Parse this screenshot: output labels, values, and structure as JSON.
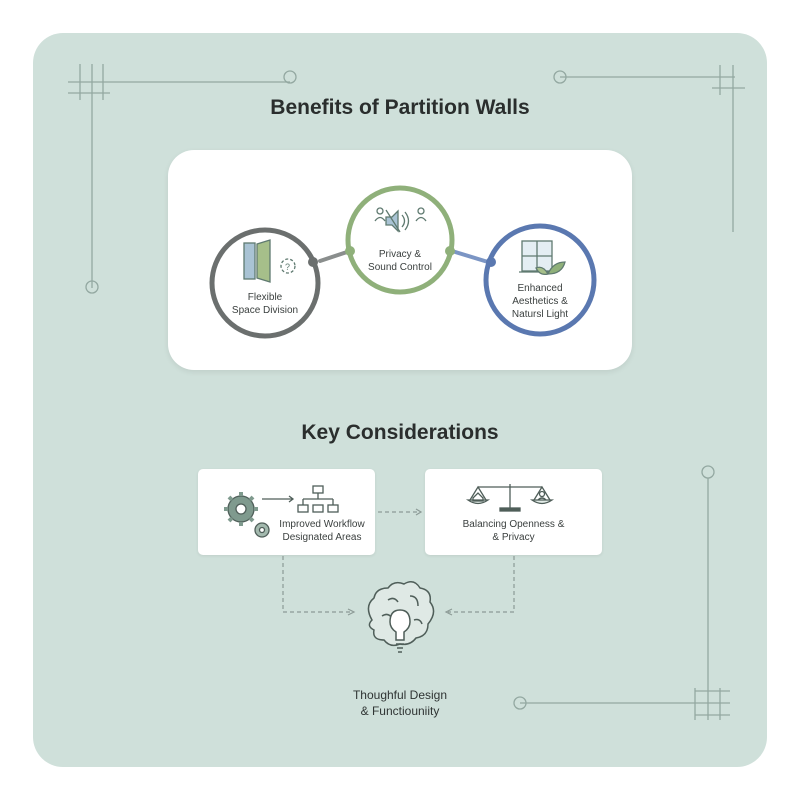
{
  "titles": {
    "benefits": "Benefits of Partition Walls",
    "considerations": "Key Considerations"
  },
  "benefits": [
    {
      "line1": "Flexible",
      "line2": "Space Division",
      "icon": "partition-icon",
      "color": "#6b6f6e"
    },
    {
      "line1": "Privacy &",
      "line2": "Sound Control",
      "icon": "sound-control-icon",
      "color": "#8fb07a"
    },
    {
      "line1": "Enhanced",
      "line2": "Aesthetics &",
      "line3": "Natursl Light",
      "icon": "window-plant-icon",
      "color": "#5a78b0"
    }
  ],
  "considerations": {
    "workflow": {
      "line1": "Improved Workflow",
      "line2": "Designated Areas",
      "icon": "gears-flowchart-icon"
    },
    "balance": {
      "line1": "Balancing Openness &",
      "line2": "& Privacy",
      "icon": "scale-icon"
    },
    "result": {
      "line1": "Thoughful Design",
      "line2": "& Functiouniity",
      "icon": "brain-bulb-icon"
    }
  },
  "colors": {
    "background": "#cfe0da",
    "accent_gray": "#6b6f6e",
    "accent_green": "#8fb07a",
    "accent_blue": "#5a78b0",
    "icon_stroke": "#5f7a70"
  }
}
